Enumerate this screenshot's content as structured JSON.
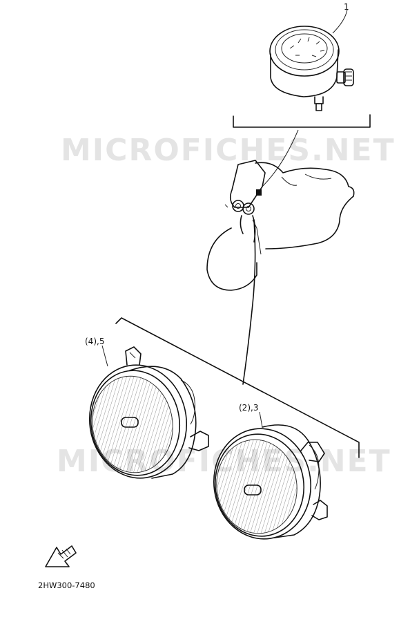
{
  "watermark": {
    "text": "MICROFICHES.NET"
  },
  "callouts": {
    "meter": "1",
    "left_headlight": "(4),5",
    "right_headlight": "(2),3"
  },
  "diagram_code": "2HW300-7480",
  "colors": {
    "ink": "#111111",
    "watermark": "#e4e4e4",
    "paper": "#ffffff"
  },
  "icons": {
    "front_arrow": "front-direction-arrow-icon"
  }
}
